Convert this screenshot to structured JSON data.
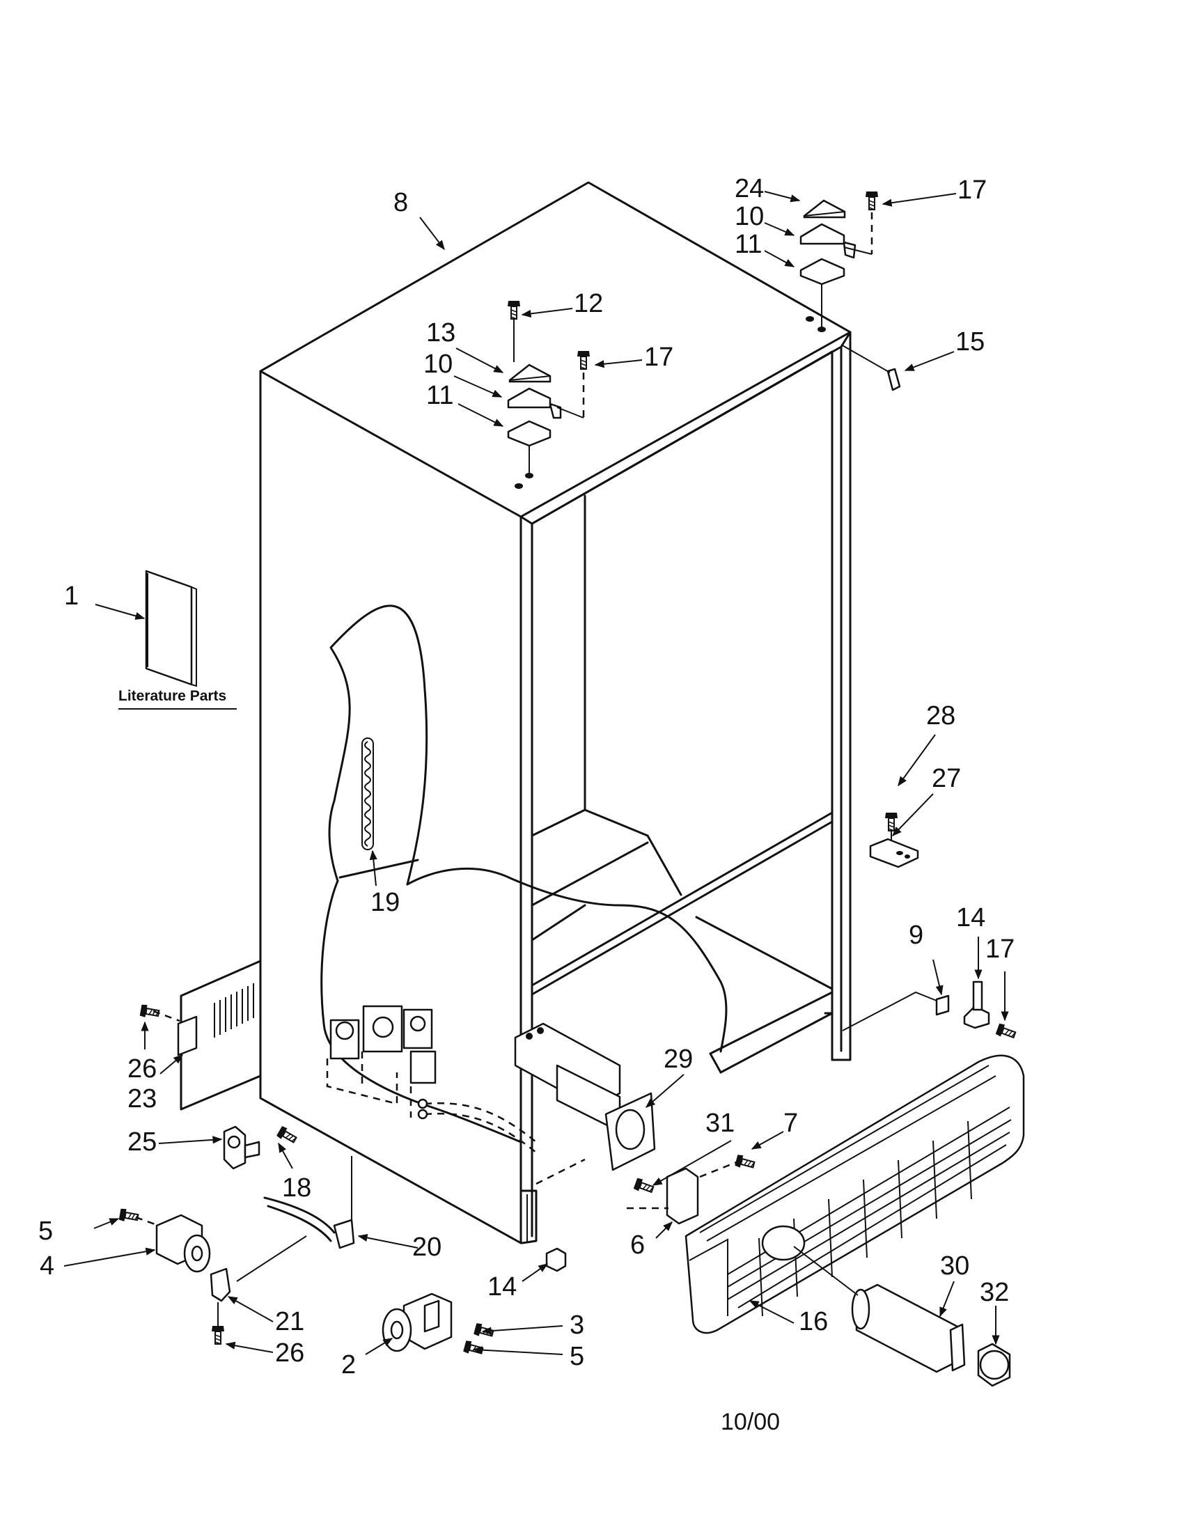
{
  "literature_caption": "Literature Parts",
  "revision_date": "10/00",
  "callouts": {
    "c1": "1",
    "c2": "2",
    "c3": "3",
    "c4": "4",
    "c5a": "5",
    "c5b": "5",
    "c6": "6",
    "c7": "7",
    "c8": "8",
    "c9": "9",
    "c10a": "10",
    "c10b": "10",
    "c11a": "11",
    "c11b": "11",
    "c12": "12",
    "c13": "13",
    "c14a": "14",
    "c14b": "14",
    "c15": "15",
    "c16": "16",
    "c17a": "17",
    "c17b": "17",
    "c17c": "17",
    "c18": "18",
    "c19": "19",
    "c20": "20",
    "c21": "21",
    "c23": "23",
    "c24": "24",
    "c25": "25",
    "c26a": "26",
    "c26b": "26",
    "c27": "27",
    "c28": "28",
    "c29": "29",
    "c30": "30",
    "c31": "31",
    "c32": "32"
  },
  "icons": {
    "screw": "screw-icon",
    "hinge": "hinge-icon",
    "booklet": "literature-booklet-icon",
    "grille": "toe-grille-icon",
    "filter": "water-filter-icon"
  }
}
